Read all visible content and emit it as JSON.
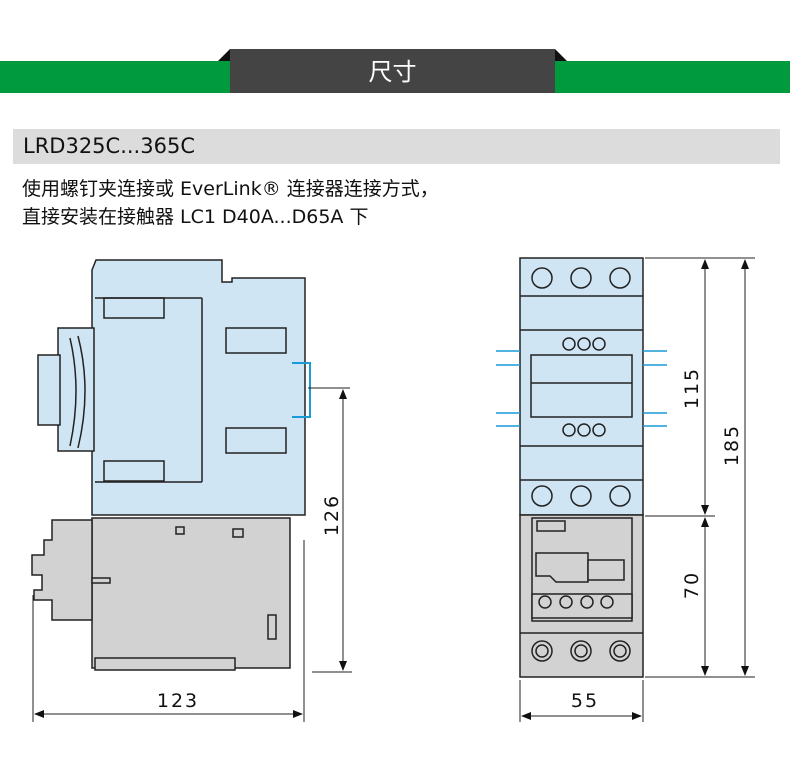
{
  "header": {
    "title": "尺寸"
  },
  "model": {
    "title": "LRD325C...365C"
  },
  "description": {
    "line1": "使用螺钉夹连接或 EverLink® 连接器连接方式，",
    "line2": "直接安装在接触器 LC1 D40A...D65A 下"
  },
  "dimensions": {
    "side_width": "123",
    "side_height": "126",
    "front_width": "55",
    "front_upper": "115",
    "front_lower": "70",
    "front_total": "185"
  },
  "colors": {
    "brand_green": "#009a3e",
    "contactor_blue": "#cfe5f3",
    "relay_gray": "#d2d2d2",
    "rail_blue": "#1a9ad6"
  }
}
